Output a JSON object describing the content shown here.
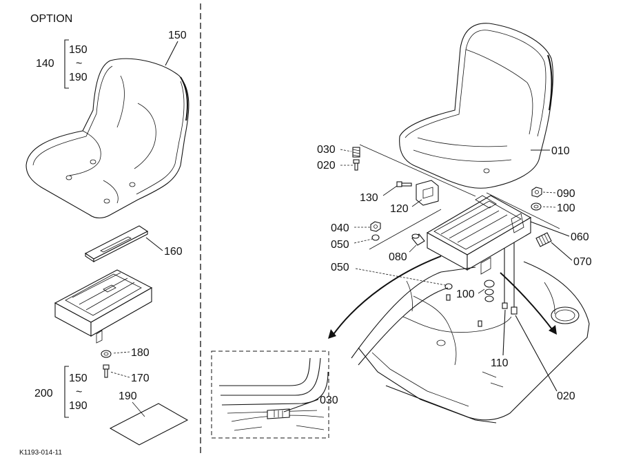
{
  "option_heading": "OPTION",
  "diagram_code": "K1193-014-11",
  "callouts": {
    "c140": "140",
    "c150a": "150",
    "c150b": "150",
    "tilde_a": "~",
    "c190a": "190",
    "c160": "160",
    "c180": "180",
    "c170": "170",
    "c200": "200",
    "c150c": "150",
    "tilde_b": "~",
    "c190b": "190",
    "c190c": "190",
    "c010": "010",
    "c030a": "030",
    "c020a": "020",
    "c130": "130",
    "c120": "120",
    "c090": "090",
    "c100a": "100",
    "c040": "040",
    "c050a": "050",
    "c060": "060",
    "c070": "070",
    "c080": "080",
    "c050b": "050",
    "c100b": "100",
    "c110": "110",
    "c020b": "020",
    "c030b": "030"
  }
}
